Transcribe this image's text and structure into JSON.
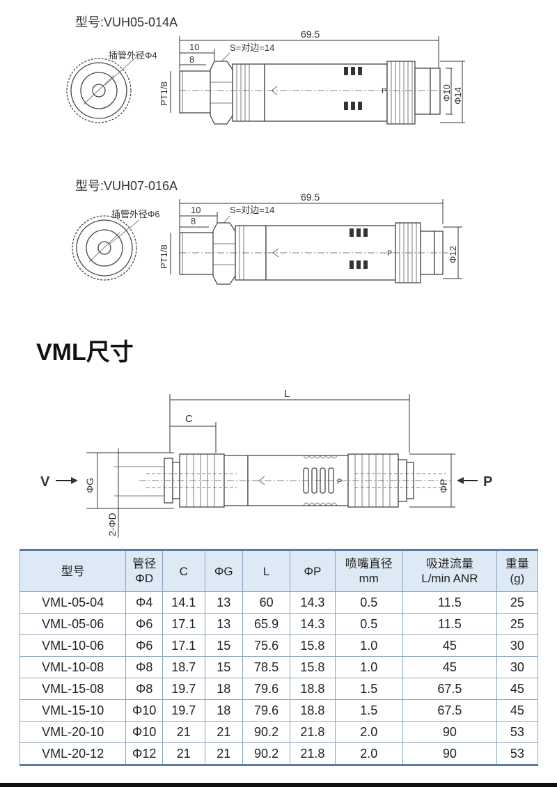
{
  "drawing1": {
    "model_label": "型号:VUH05-014A",
    "tube_od": "插管外径Φ4",
    "dim_total": "69.5",
    "dim_10": "10",
    "dim_8": "8",
    "hex": "S=对边=14",
    "thread": "PT1/8",
    "dia_a": "Φ10",
    "dia_b": "Φ14"
  },
  "drawing2": {
    "model_label": "型号:VUH07-016A",
    "tube_od": "插管外径Φ6",
    "dim_total": "69.5",
    "dim_10": "10",
    "dim_8": "8",
    "hex": "S=对边=14",
    "thread": "PT1/8",
    "dia": "Φ12"
  },
  "vml": {
    "title": "VML尺寸",
    "L": "L",
    "C": "C",
    "G": "ΦG",
    "D": "2-ΦD",
    "P": "ΦP",
    "V_arrow": "V",
    "P_arrow": "P"
  },
  "table": {
    "headers": [
      {
        "l1": "型号",
        "l2": ""
      },
      {
        "l1": "管径",
        "l2": "ΦD"
      },
      {
        "l1": "C",
        "l2": ""
      },
      {
        "l1": "ΦG",
        "l2": ""
      },
      {
        "l1": "L",
        "l2": ""
      },
      {
        "l1": "ΦP",
        "l2": ""
      },
      {
        "l1": "喷嘴直径",
        "l2": "mm"
      },
      {
        "l1": "吸进流量",
        "l2": "L/min ANR"
      },
      {
        "l1": "重量",
        "l2": "(g)"
      }
    ],
    "rows": [
      [
        "VML-05-04",
        "Φ4",
        "14.1",
        "13",
        "60",
        "14.3",
        "0.5",
        "11.5",
        "25"
      ],
      [
        "VML-05-06",
        "Φ6",
        "17.1",
        "13",
        "65.9",
        "14.3",
        "0.5",
        "11.5",
        "25"
      ],
      [
        "VML-10-06",
        "Φ6",
        "17.1",
        "15",
        "75.6",
        "15.8",
        "1.0",
        "45",
        "30"
      ],
      [
        "VML-10-08",
        "Φ8",
        "18.7",
        "15",
        "78.5",
        "15.8",
        "1.0",
        "45",
        "30"
      ],
      [
        "VML-15-08",
        "Φ8",
        "19.7",
        "18",
        "79.6",
        "18.8",
        "1.5",
        "67.5",
        "45"
      ],
      [
        "VML-15-10",
        "Φ10",
        "19.7",
        "18",
        "79.6",
        "18.8",
        "1.5",
        "67.5",
        "45"
      ],
      [
        "VML-20-10",
        "Φ10",
        "21",
        "21",
        "90.2",
        "21.8",
        "2.0",
        "90",
        "53"
      ],
      [
        "VML-20-12",
        "Φ12",
        "21",
        "21",
        "90.2",
        "21.8",
        "2.0",
        "90",
        "53"
      ]
    ]
  }
}
